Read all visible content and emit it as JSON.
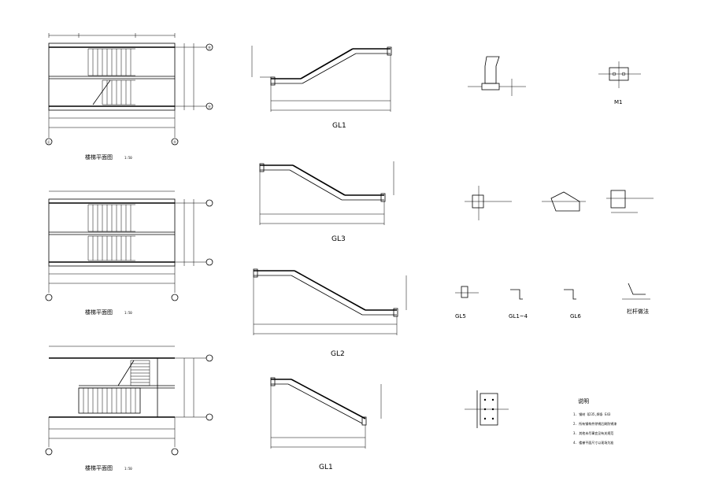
{
  "plans": {
    "axis_left": "Ⓒ",
    "axis_right": "Ⓓ",
    "axis_top": "Ⓑ",
    "axis_bottom": "Ⓐ",
    "plan1_title": "楼梯平面图",
    "plan1_scale": "1:50",
    "plan2_title": "楼梯平面图",
    "plan2_scale": "1:50",
    "plan3_title": "楼梯平面图",
    "plan3_scale": "1:50"
  },
  "beams": {
    "gl1_top": "GL1",
    "gl3": "GL3",
    "gl2": "GL2",
    "gl1_bottom": "GL1"
  },
  "details": {
    "m1": "M1",
    "gl5": "GL5",
    "gl1_4": "GL1~4",
    "gl6": "GL6",
    "railing": "栏杆做法"
  },
  "notes": {
    "title": "说明",
    "lines": [
      "1. 钢材 Q235,焊条 E43",
      "2. 所有钢构件除锈后刷防锈漆",
      "3. 其他未尽事宜见有关规范",
      "4. 楼梯平面尺寸以现场为准"
    ]
  }
}
